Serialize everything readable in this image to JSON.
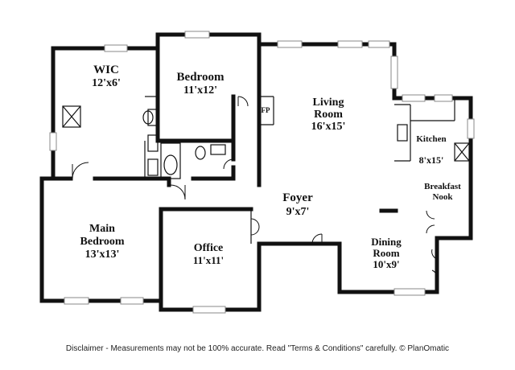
{
  "rooms": {
    "wic": {
      "name": "WIC",
      "dims": "12'x6'"
    },
    "bedroom": {
      "name": "Bedroom",
      "dims": "11'x12'"
    },
    "living": {
      "name1": "Living",
      "name2": "Room",
      "dims": "16'x15'"
    },
    "kitchen": {
      "name": "Kitchen",
      "dims": "8'x15'"
    },
    "breakfast": {
      "name1": "Breakfast",
      "name2": "Nook"
    },
    "foyer": {
      "name": "Foyer",
      "dims": "9'x7'"
    },
    "main_bedroom": {
      "name1": "Main",
      "name2": "Bedroom",
      "dims": "13'x13'"
    },
    "office": {
      "name": "Office",
      "dims": "11'x11'"
    },
    "dining": {
      "name1": "Dining",
      "name2": "Room",
      "dims": "10'x9'"
    }
  },
  "fireplace_label": "FP",
  "disclaimer": "Disclaimer - Measurements may not be 100% accurate. Read \"Terms & Conditions\" carefully. © PlanOmatic"
}
